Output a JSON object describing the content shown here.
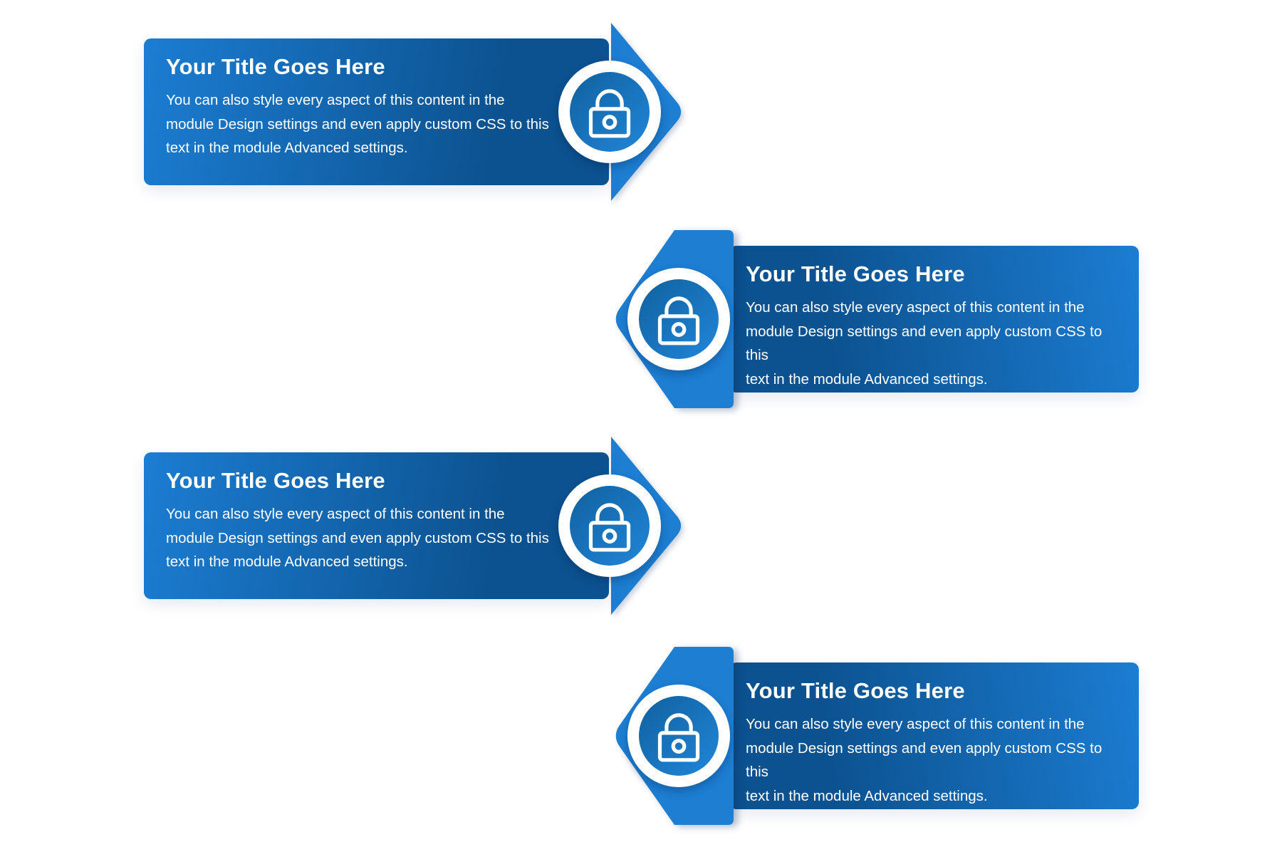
{
  "page": {
    "description": "Four alternating blurb cards with arrow shapes and lock icons on a white page"
  },
  "colors": {
    "page_background": "#ffffff",
    "card_light": "#1c7dd2",
    "card_dark": "#0c5290",
    "arrow_fill": "#1d7ed2",
    "icon_ring": "#ffffff",
    "icon_inner_dark": "#10619f",
    "icon_inner_light": "#2186d9",
    "text": "#ffffff"
  },
  "cards": [
    {
      "side": "left",
      "icon": "lock",
      "title": "Your Title Goes Here",
      "body": "You can also style every aspect of this content in the\nmodule Design settings and even apply custom CSS to this\ntext in the module Advanced settings."
    },
    {
      "side": "right",
      "icon": "lock",
      "title": "Your Title Goes Here",
      "body": "You can also style every aspect of this content in the\nmodule Design settings and even apply custom CSS to this\ntext in the module Advanced settings."
    },
    {
      "side": "left",
      "icon": "lock",
      "title": "Your Title Goes Here",
      "body": "You can also style every aspect of this content in the\nmodule Design settings and even apply custom CSS to this\ntext in the module Advanced settings."
    },
    {
      "side": "right",
      "icon": "lock",
      "title": "Your Title Goes Here",
      "body": "You can also style every aspect of this content in the\nmodule Design settings and even apply custom CSS to this\ntext in the module Advanced settings."
    }
  ]
}
